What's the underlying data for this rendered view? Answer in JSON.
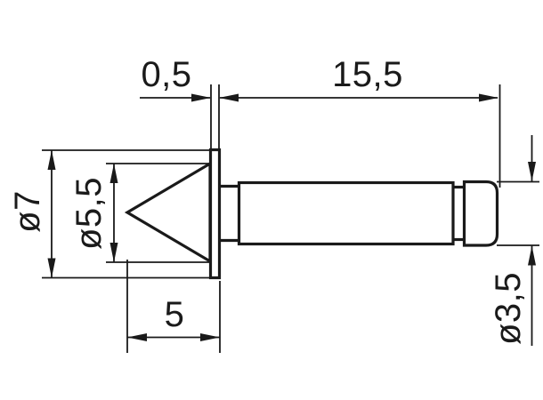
{
  "drawing": {
    "dimensions": {
      "flange_thickness": "0,5",
      "stem_length": "15,5",
      "flange_diameter": "ø7",
      "cone_diameter": "ø5,5",
      "cone_length": "5",
      "tip_end_diameter": "ø3,5"
    },
    "colors": {
      "line": "#1a1a1a",
      "background": "#ffffff"
    }
  }
}
